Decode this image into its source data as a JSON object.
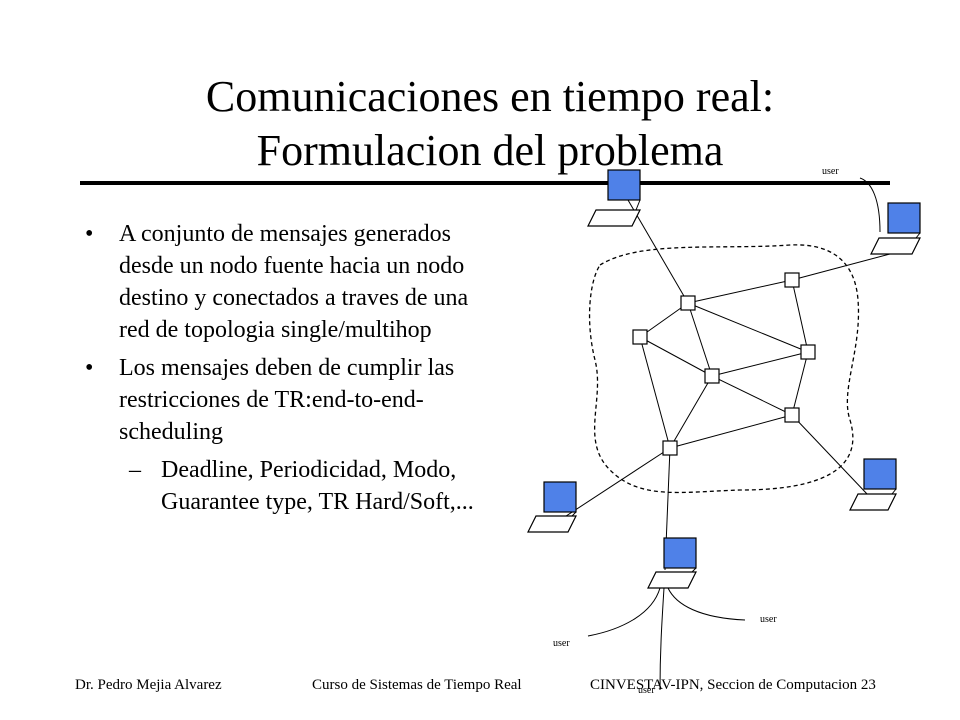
{
  "slide": {
    "title_line1": "Comunicaciones en tiempo real:",
    "title_line2": "Formulacion del problema",
    "bullet_symbol": "•",
    "sub_symbol": "–",
    "bullets": [
      {
        "text": "A conjunto de mensajes generados desde un nodo fuente hacia un nodo destino y conectados a traves de una red de topologia single/multihop"
      },
      {
        "text": "Los mensajes deben de cumplir las restricciones de TR:end-to-end-scheduling"
      }
    ],
    "sub_bullets": [
      {
        "text": "Deadline, Periodicidad, Modo, Guarantee type, TR Hard/Soft,..."
      }
    ]
  },
  "diagram": {
    "user_labels": [
      "user",
      "user",
      "user",
      "user"
    ],
    "screen_color": "#4f81e8"
  },
  "footer": {
    "left": "Dr. Pedro Mejia Alvarez",
    "center": "Curso de Sistemas de Tiempo Real",
    "right": "CINVESTAV-IPN, Seccion de Computacion 23"
  }
}
